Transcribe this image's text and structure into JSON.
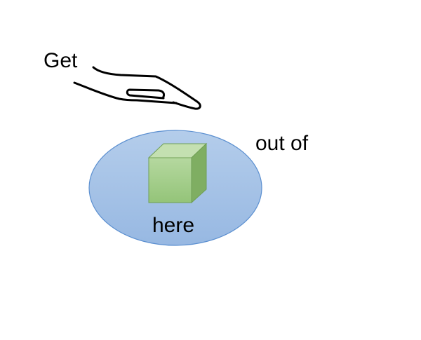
{
  "labels": {
    "get": "Get",
    "out_of": "out of",
    "here": "here"
  },
  "colors": {
    "ellipse_fill": "#a5c2e6",
    "ellipse_stroke": "#5b8fd0",
    "cube_front": "#a3cf8a",
    "cube_top": "#c4e0b1",
    "cube_side": "#7fae62",
    "cube_stroke": "#6f9f55",
    "hand_stroke": "#000000"
  },
  "icons": {
    "hand": "hand-icon",
    "box": "cube-icon"
  }
}
